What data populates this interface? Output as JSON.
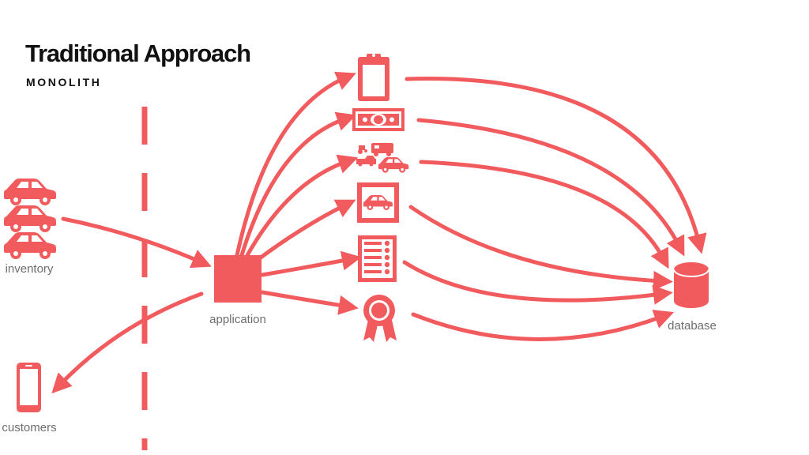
{
  "header": {
    "title": "Traditional Approach",
    "subtitle": "MONOLITH"
  },
  "nodes": {
    "inventory": "inventory",
    "customers": "customers",
    "application": "application",
    "database": "database"
  },
  "colors": {
    "accent": "#f25b5e",
    "title": "#111111",
    "label": "#6e6e6e"
  },
  "icons": {
    "inventory": "car-icon",
    "customers": "smartphone-icon",
    "application": "square-block",
    "services": [
      "clipboard-icon",
      "money-bill-icon",
      "vehicles-icon",
      "framed-car-icon",
      "checklist-icon",
      "award-ribbon-icon"
    ],
    "database": "database-cylinder-icon"
  }
}
